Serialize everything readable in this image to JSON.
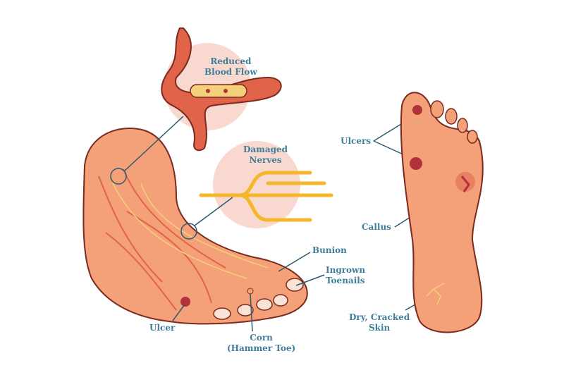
{
  "labels": {
    "reduced_blood_flow": [
      "Reduced",
      "Blood Flow"
    ],
    "damaged_nerves": [
      "Damaged",
      "Nerves"
    ],
    "bunion": "Bunion",
    "ingrown_toenails": [
      "Ingrown",
      "Toenails"
    ],
    "ulcer": "Ulcer",
    "corn": [
      "Corn",
      "(Hammer Toe)"
    ],
    "ulcers": "Ulcers",
    "callus": "Callus",
    "dry_cracked_skin": [
      "Dry, Cracked",
      "Skin"
    ]
  },
  "colors": {
    "label": "#3f7f9a",
    "skin": "#f4a078",
    "skin_dark": "#e9805a",
    "circle_bg": "#f9d9cf",
    "vessel": "#e0634a",
    "nerve": "#f5b62a",
    "outline": "#7a2a1e"
  }
}
